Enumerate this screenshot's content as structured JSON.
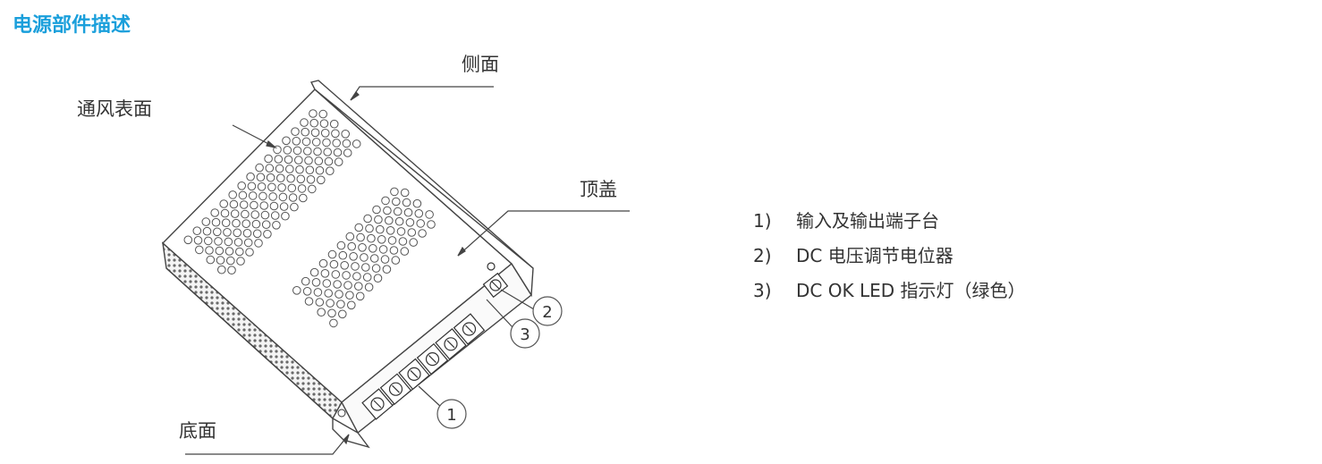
{
  "title": "电源部件描述",
  "callouts": {
    "side": "侧面",
    "vent": "通风表面",
    "top": "顶盖",
    "bottom": "底面"
  },
  "markers": [
    "1",
    "2",
    "3"
  ],
  "legend": [
    {
      "num": "1)",
      "text": "输入及输出端子台"
    },
    {
      "num": "2)",
      "text": "DC 电压调节电位器"
    },
    {
      "num": "3)",
      "text": "DC OK LED 指示灯（绿色）"
    }
  ],
  "colors": {
    "title": "#1a9fdb",
    "line": "#333333"
  }
}
